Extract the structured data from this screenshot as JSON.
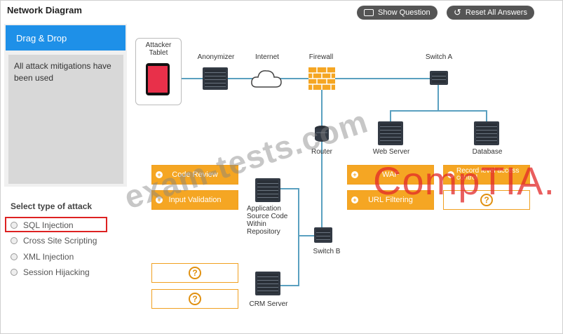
{
  "title": "Network Diagram",
  "top_buttons": {
    "show_question": "Show Question",
    "reset_all": "Reset All Answers"
  },
  "left": {
    "header": "Drag & Drop",
    "message": "All attack mitigations have been used",
    "select_title": "Select type of attack",
    "options": [
      "SQL Injection",
      "Cross Site Scripting",
      "XML Injection",
      "Session Hijacking"
    ]
  },
  "nodes": {
    "attacker": "Attacker Tablet",
    "anonymizer": "Anonymizer",
    "internet": "Internet",
    "firewall": "Firewall",
    "switch_a": "Switch A",
    "router": "Router",
    "web_server": "Web Server",
    "database": "Database",
    "app_source": "Application Source Code Within Repository",
    "switch_b": "Switch B",
    "crm": "CRM Server"
  },
  "slots": {
    "code_review": "Code Review",
    "input_validation": "Input Validation",
    "waf": "WAF",
    "url_filtering": "URL Filtering",
    "record_level": "Record level access control",
    "q": "?"
  },
  "watermarks": {
    "site": "exam-tests.com",
    "brand": "CompTIA."
  },
  "colors": {
    "accent": "#1e90e8",
    "slot": "#f5a623",
    "highlight": "#dd2222",
    "link": "#5aa0c0"
  }
}
